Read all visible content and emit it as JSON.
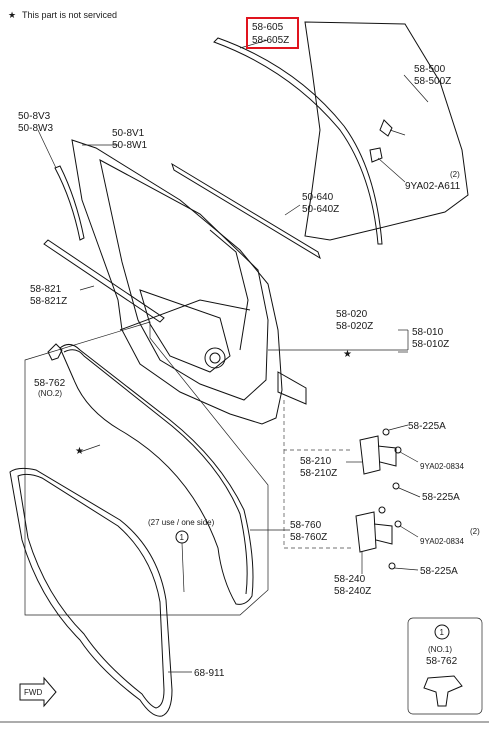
{
  "note": {
    "star": "★",
    "text": "This part is not serviced"
  },
  "labels": {
    "p58605": [
      "58-605",
      "58-605Z"
    ],
    "p58500": [
      "58-500",
      "58-500Z"
    ],
    "pA611": [
      "(2)",
      "9YA02-A611"
    ],
    "p508V3": [
      "50-8V3",
      "50-8W3"
    ],
    "p508V1": [
      "50-8V1",
      "50-8W1"
    ],
    "p50640": [
      "50-640",
      "50-640Z"
    ],
    "p58821": [
      "58-821",
      "58-821Z"
    ],
    "p58020": [
      "58-020",
      "58-020Z"
    ],
    "p58010": [
      "58-010",
      "58-010Z"
    ],
    "p58762": [
      "58-762",
      "(NO.2)"
    ],
    "p58225A_1": [
      "58-225A"
    ],
    "p58210": [
      "58-210",
      "58-210Z"
    ],
    "p0834_1": [
      "9YA02-0834"
    ],
    "p58225A_2": [
      "58-225A"
    ],
    "p0834_2": [
      "(2)",
      "9YA02-0834"
    ],
    "p58760": [
      "58-760",
      "58-760Z"
    ],
    "use_note": "(27 use / one side)",
    "callout_1": "1",
    "p58225A_3": [
      "58-225A"
    ],
    "p58240": [
      "58-240",
      "58-240Z"
    ],
    "p68911": [
      "68-911"
    ],
    "inset": {
      "num": "1",
      "lines": [
        "(NO.1)",
        "58-762"
      ]
    },
    "fwd": "FWD"
  },
  "colors": {
    "highlight": "#e0141e",
    "line": "#222222"
  }
}
